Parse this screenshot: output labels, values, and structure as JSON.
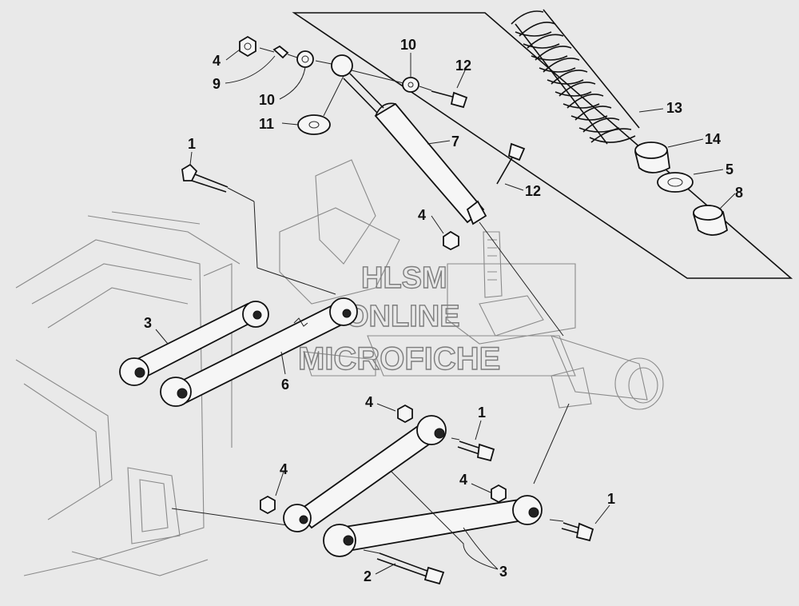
{
  "diagram": {
    "watermark": [
      "HLSM",
      "ONLINE",
      "MICROFICHE"
    ],
    "callouts": [
      {
        "id": "c-4-top",
        "text": "4"
      },
      {
        "id": "c-9",
        "text": "9"
      },
      {
        "id": "c-10-left",
        "text": "10"
      },
      {
        "id": "c-11",
        "text": "11"
      },
      {
        "id": "c-10-right",
        "text": "10"
      },
      {
        "id": "c-12-top",
        "text": "12"
      },
      {
        "id": "c-7",
        "text": "7"
      },
      {
        "id": "c-12-mid",
        "text": "12"
      },
      {
        "id": "c-4-mid",
        "text": "4"
      },
      {
        "id": "c-13",
        "text": "13"
      },
      {
        "id": "c-14",
        "text": "14"
      },
      {
        "id": "c-5",
        "text": "5"
      },
      {
        "id": "c-8",
        "text": "8"
      },
      {
        "id": "c-1-top",
        "text": "1"
      },
      {
        "id": "c-3-left",
        "text": "3"
      },
      {
        "id": "c-6",
        "text": "6"
      },
      {
        "id": "c-4-lower-a",
        "text": "4"
      },
      {
        "id": "c-1-mid",
        "text": "1"
      },
      {
        "id": "c-4-lower-b",
        "text": "4"
      },
      {
        "id": "c-4-lower-c",
        "text": "4"
      },
      {
        "id": "c-1-right",
        "text": "1"
      },
      {
        "id": "c-2",
        "text": "2"
      },
      {
        "id": "c-3-bottom",
        "text": "3"
      }
    ]
  }
}
